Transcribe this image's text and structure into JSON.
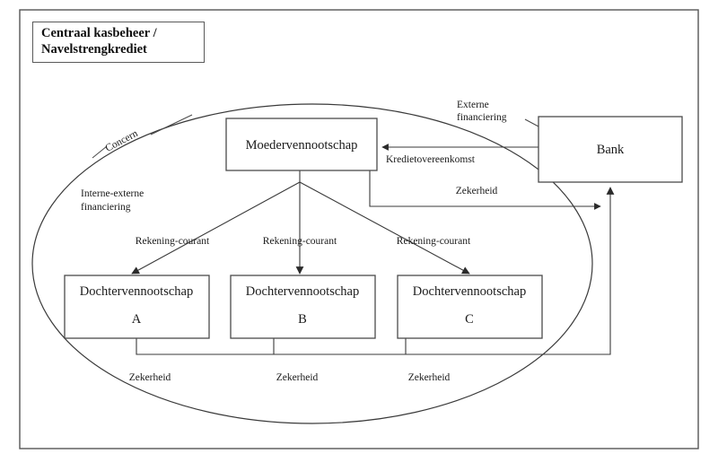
{
  "title_box": {
    "line1": "Centraal kasbeheer /",
    "line2": "Navelstrengkrediet"
  },
  "nodes": {
    "parent": {
      "label": "Moedervennootschap"
    },
    "bank": {
      "label": "Bank"
    },
    "subsidiaries": [
      {
        "label": "Dochtervennootschap",
        "sub": "A"
      },
      {
        "label": "Dochtervennootschap",
        "sub": "B"
      },
      {
        "label": "Dochtervennootschap",
        "sub": "C"
      }
    ]
  },
  "group": {
    "concern_label": "Concern",
    "internal_external_line1": "Interne-externe",
    "internal_external_line2": "financiering"
  },
  "edges": {
    "external_financing_line1": "Externe",
    "external_financing_line2": "financiering",
    "credit_agreement": "Kredietovereenkomst",
    "parent_security": "Zekerheid",
    "current_account_a": "Rekening-courant",
    "current_account_b": "Rekening-courant",
    "current_account_c": "Rekening-courant",
    "security_a": "Zekerheid",
    "security_b": "Zekerheid",
    "security_c": "Zekerheid"
  },
  "colors": {
    "stroke": "#3a3a3a",
    "frame": "#555555",
    "text": "#1a1a1a",
    "background": "#ffffff"
  }
}
